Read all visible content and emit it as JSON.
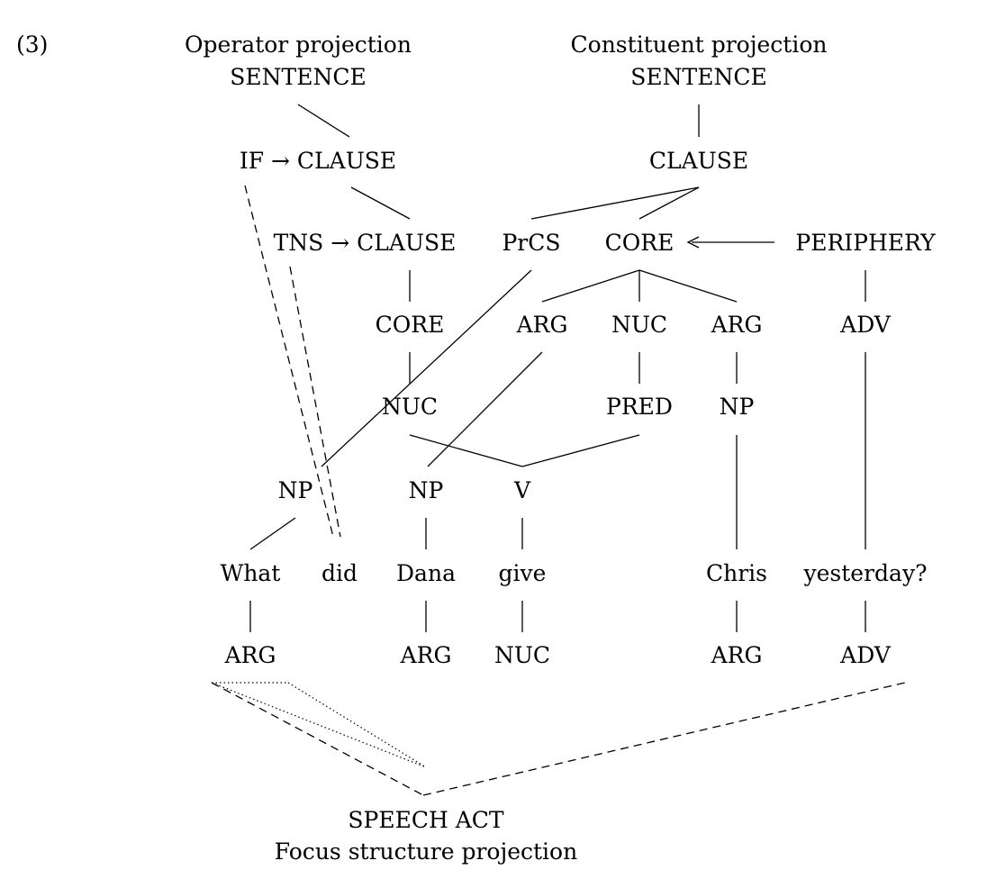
{
  "example_number": "(3)",
  "operator": {
    "title": "Operator projection",
    "sentence": "SENTENCE",
    "if_clause": "IF → CLAUSE",
    "tns_clause": "TNS → CLAUSE",
    "core": "CORE",
    "nuc": "NUC"
  },
  "constituent": {
    "title": "Constituent projection",
    "sentence": "SENTENCE",
    "clause": "CLAUSE",
    "prcs": "PrCS",
    "core": "CORE",
    "periphery": "PERIPHERY",
    "arg_left": "ARG",
    "nuc": "NUC",
    "arg_right": "ARG",
    "adv": "ADV",
    "pred": "PRED",
    "np_right": "NP",
    "np_what": "NP",
    "np_dana": "NP",
    "v": "V"
  },
  "words": {
    "what": "What",
    "did": "did",
    "dana": "Dana",
    "give": "give",
    "chris": "Chris",
    "yesterday": "yesterday?"
  },
  "focus": {
    "what": "ARG",
    "dana": "ARG",
    "give": "NUC",
    "chris": "ARG",
    "yesterday": "ADV",
    "speech_act": "SPEECH ACT",
    "title": "Focus structure projection"
  }
}
